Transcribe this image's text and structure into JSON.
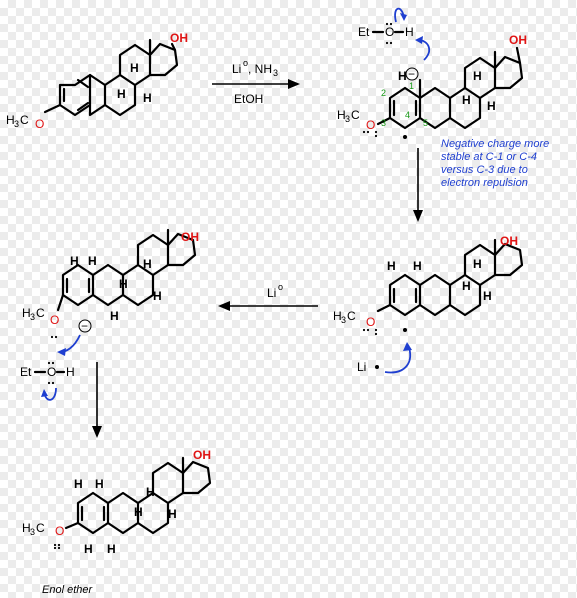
{
  "colors": {
    "oxygen": "#e01515",
    "curly_arrow": "#1f3fd0",
    "note_text": "#1f3fd0",
    "carbon_numbers": "#1a9a1a",
    "bond": "#000000"
  },
  "atoms": {
    "oh": "OH",
    "h": "H",
    "o": "O",
    "methyl_c": "H",
    "methyl_sub": "3",
    "methyl_c2": "C"
  },
  "reagents": {
    "step1_line1_li": "Li",
    "step1_line1_sup": "o",
    "step1_line1_rest": ", NH",
    "step1_line1_sub": "3",
    "step1_line2": "EtOH",
    "step3_li": "Li",
    "step3_sup": "o",
    "li_radical": "Li",
    "etoh_et": "Et",
    "etoh_o": "O",
    "etoh_h": "H",
    "minus": "−"
  },
  "numbering": {
    "c1": "1",
    "c2": "2",
    "c3": "3",
    "c4": "4",
    "c5": "5"
  },
  "note": {
    "line1": "Negative charge more",
    "line2": "stable at C-1 or C-4",
    "line3": "versus C-3 due to",
    "line4": "electron repulsion"
  },
  "caption": "Enol ether"
}
